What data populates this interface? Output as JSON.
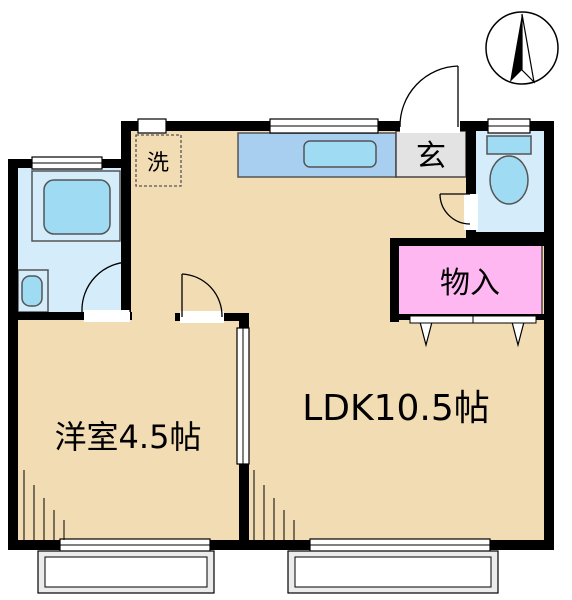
{
  "rooms": {
    "laundry": "洗",
    "entrance": "玄",
    "storage": "物入",
    "western_room": "洋室4.5帖",
    "ldk": "LDK10.5帖"
  },
  "colors": {
    "floor": "#f2dcb3",
    "wet_area": "#d5ecfa",
    "fixture": "#9fdbf2",
    "counter": "#a9cff0",
    "storage": "#ffb7f2",
    "entrance": "#e3e3e3",
    "wall": "#000000",
    "balcony": "#ececec"
  },
  "icons": [
    "north-arrow-icon"
  ]
}
